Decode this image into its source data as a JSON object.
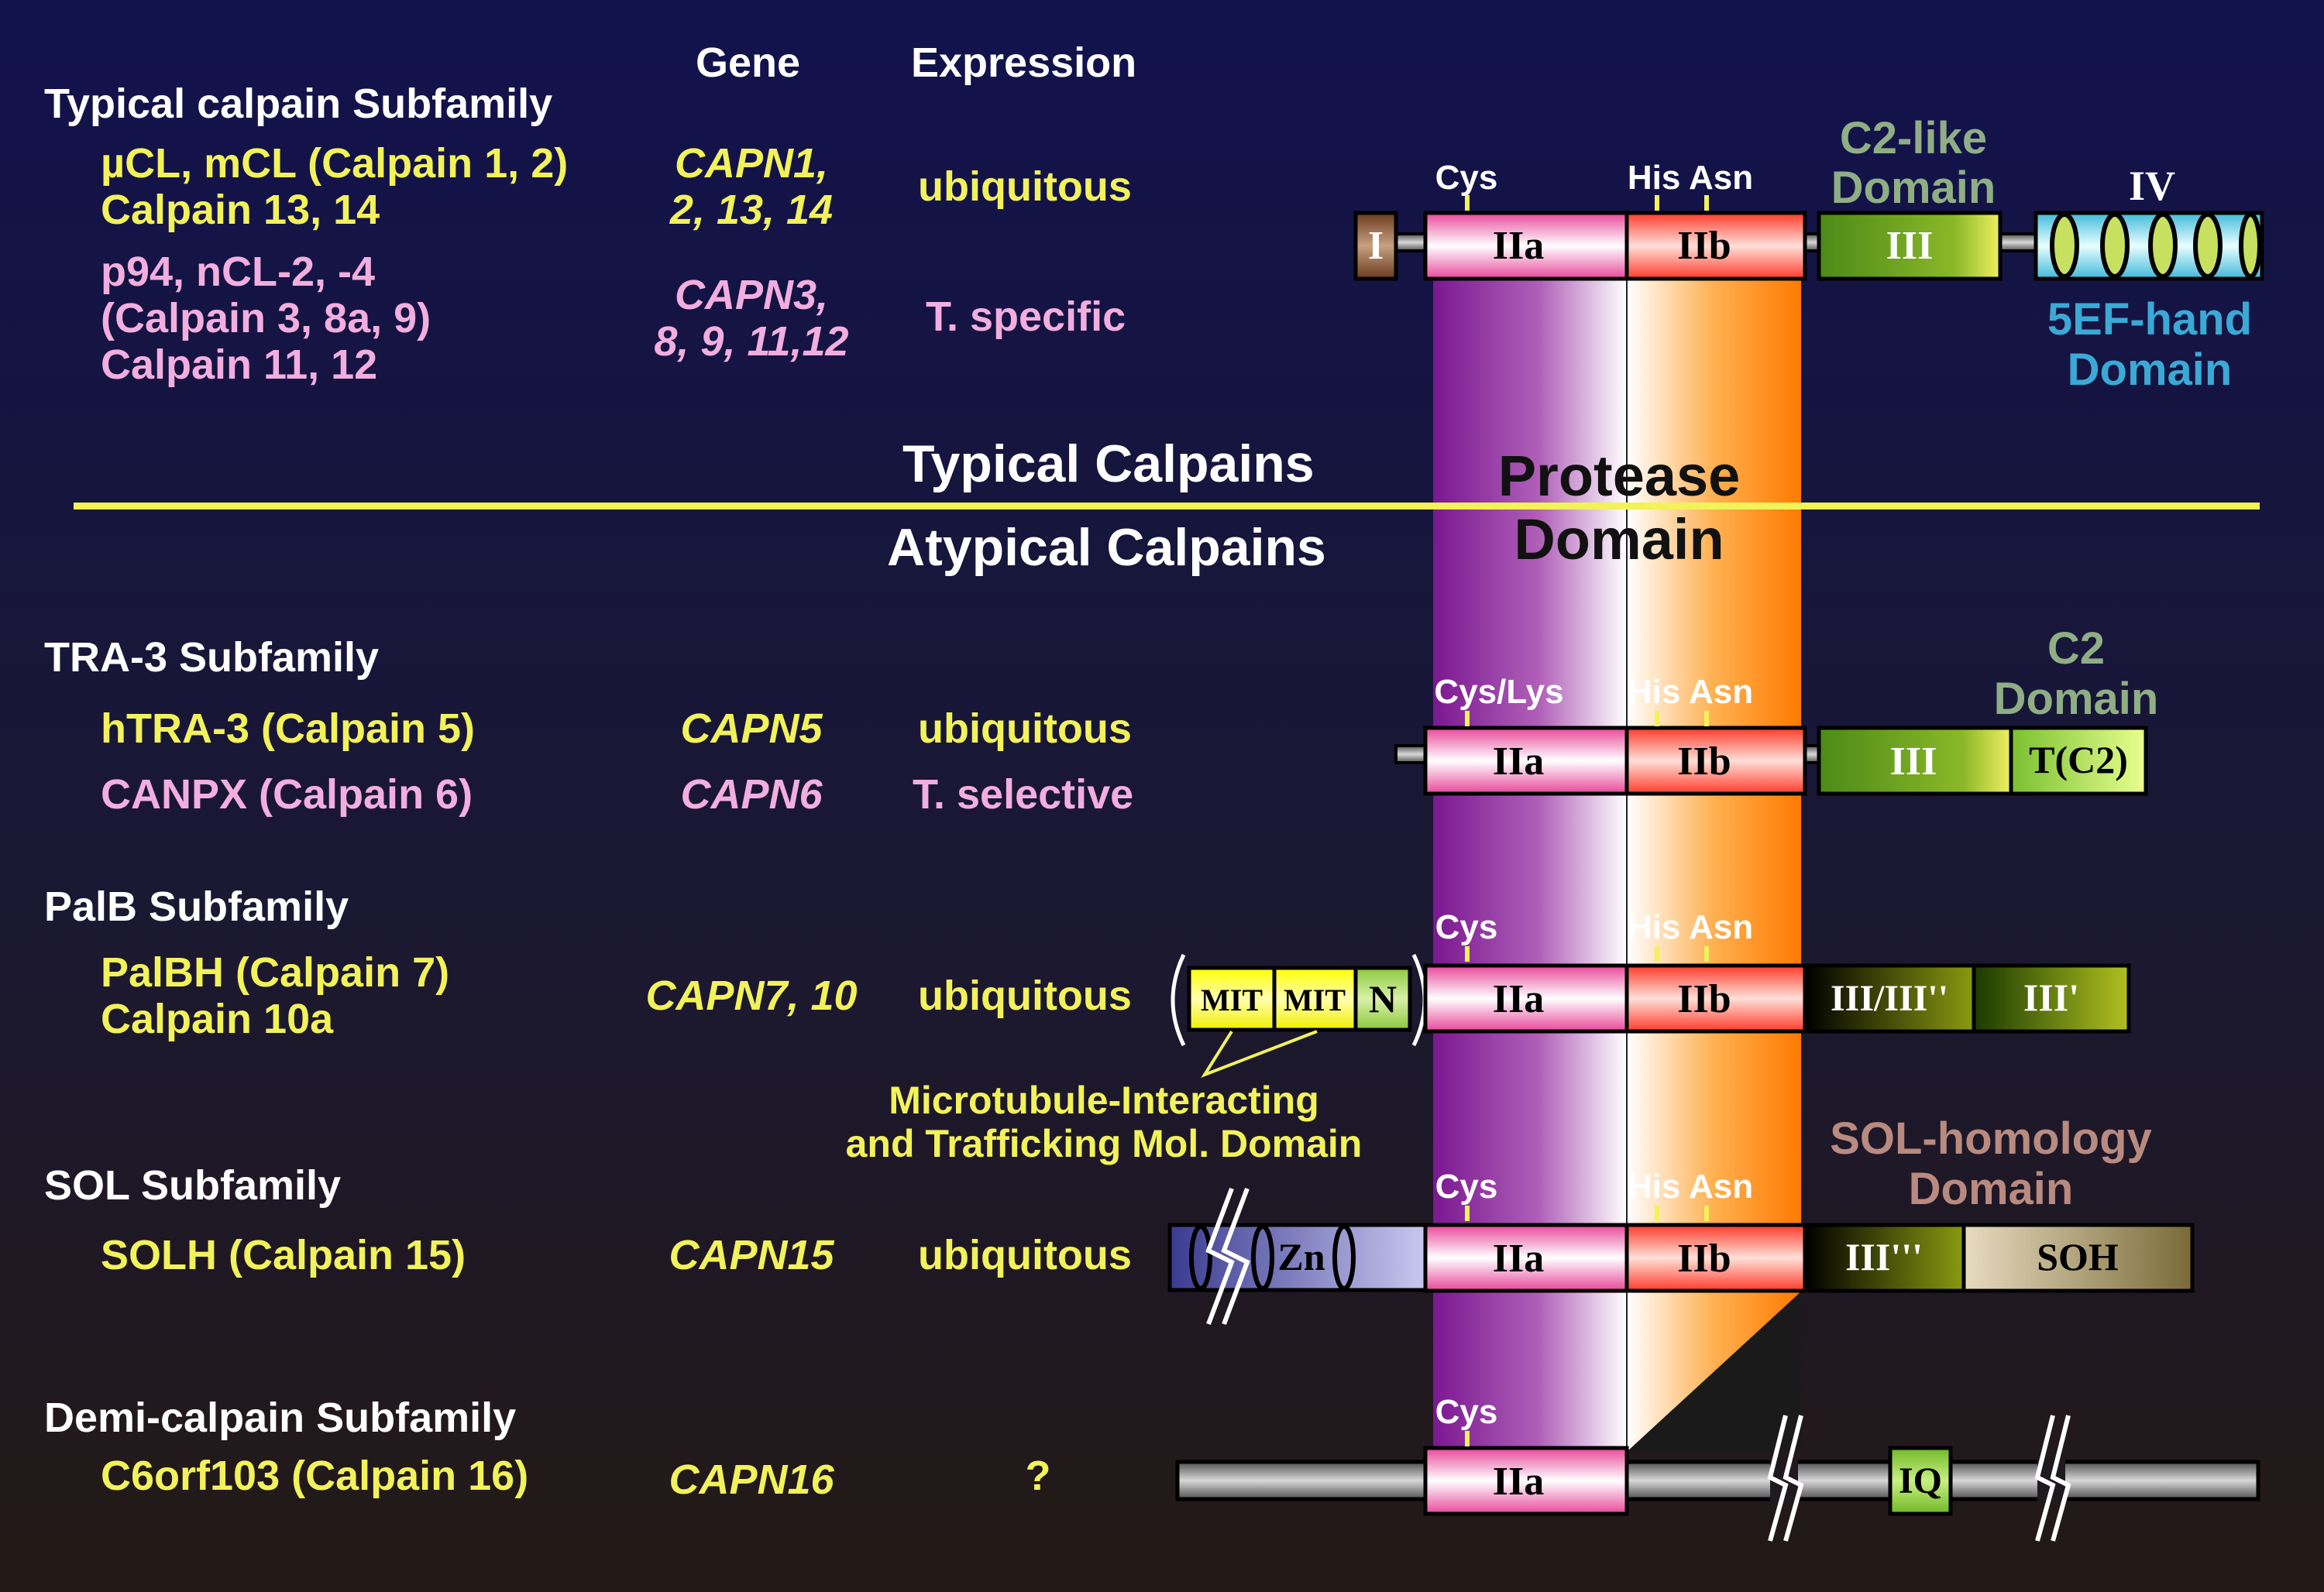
{
  "headers": {
    "gene": "Gene",
    "expression": "Expression"
  },
  "separator": {
    "typical": "Typical Calpains",
    "atypical": "Atypical Calpains"
  },
  "protease_domain": "Protease\nDomain",
  "families": [
    {
      "title": "Typical calpain Subfamily",
      "groups": [
        {
          "names": [
            "µCL, mCL (Calpain 1, 2)",
            "Calpain 13, 14"
          ],
          "gene": [
            "CAPN1,",
            "2, 13, 14"
          ],
          "expression": "ubiquitous",
          "color": "#f2f25a"
        },
        {
          "names": [
            "p94, nCL-2, -4",
            "(Calpain 3, 8a, 9)",
            "Calpain 11, 12"
          ],
          "gene": [
            "CAPN3,",
            "8, 9, 11,12"
          ],
          "expression": "T. specific",
          "color": "#f2aede"
        }
      ]
    },
    {
      "title": "TRA-3 Subfamily",
      "groups": [
        {
          "names": [
            "hTRA-3 (Calpain 5)"
          ],
          "gene": [
            "CAPN5"
          ],
          "expression": "ubiquitous",
          "color": "#f2f25a"
        },
        {
          "names": [
            "CANPX (Calpain 6)"
          ],
          "gene": [
            "CAPN6"
          ],
          "expression": "T. selective",
          "color": "#f2aede"
        }
      ]
    },
    {
      "title": "PalB Subfamily",
      "groups": [
        {
          "names": [
            "PalBH (Calpain 7)",
            "Calpain 10a"
          ],
          "gene": [
            "CAPN7, 10"
          ],
          "expression": "ubiquitous",
          "color": "#f2f25a"
        }
      ]
    },
    {
      "title": "SOL Subfamily",
      "groups": [
        {
          "names": [
            "SOLH (Calpain 15)"
          ],
          "gene": [
            "CAPN15"
          ],
          "expression": "ubiquitous",
          "color": "#f2f25a"
        }
      ]
    },
    {
      "title": "Demi-calpain Subfamily",
      "groups": [
        {
          "names": [
            "C6orf103 (Calpain 16)"
          ],
          "gene": [
            "CAPN16"
          ],
          "expression": "?",
          "color": "#f2f25a"
        }
      ]
    }
  ],
  "domains": {
    "I": "I",
    "IIa": "IIa",
    "IIb": "IIb",
    "III": "III",
    "IV": "IV",
    "TC2": "T(C2)",
    "MIT": "MIT",
    "N": "N",
    "III_III2": "III/III''",
    "III1": "III'",
    "Zn": "Zn",
    "III3": "III'''",
    "SOH": "SOH",
    "IQ": "IQ"
  },
  "site_labels": {
    "cys": "Cys",
    "his_asn": "His Asn",
    "cys_lys": "Cys/Lys"
  },
  "domain_titles": {
    "c2like": [
      "C2-like",
      "Domain"
    ],
    "ef_hand": [
      "5EF-hand",
      "Domain"
    ],
    "c2": [
      "C2",
      "Domain"
    ],
    "sol": [
      "SOL-homology",
      "Domain"
    ],
    "mit": [
      "Microtubule-Interacting",
      "and Trafficking Mol. Domain"
    ]
  },
  "colors": {
    "typical": "#f2f25a",
    "specific": "#f2aede",
    "white": "#ffffff",
    "c2like_title": "#8fae84",
    "ef_title": "#3aa9d6",
    "sol_title": "#b98a80",
    "IIa": "#e8479a",
    "IIb": "#ff5a3a",
    "III": "#5ca01e",
    "IV": "#5ac8e0",
    "MIT": "#ffff00",
    "N": "#9ad24a",
    "Zn": "#5c5cb0",
    "SOH": "#a89058",
    "IQ": "#8ccc3c",
    "I": "#8a5a3a"
  }
}
